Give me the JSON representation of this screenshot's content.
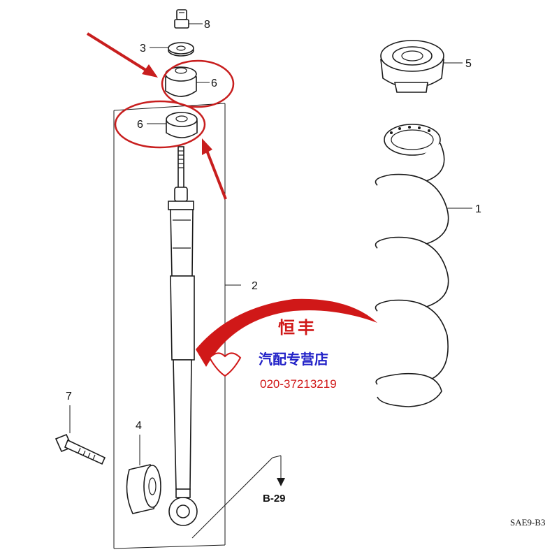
{
  "diagram": {
    "parts": [
      {
        "id": "part-1",
        "label": "1",
        "name": "coil-spring"
      },
      {
        "id": "part-2",
        "label": "2",
        "name": "shock-absorber"
      },
      {
        "id": "part-3",
        "label": "3",
        "name": "washer"
      },
      {
        "id": "part-4",
        "label": "4",
        "name": "lower-bushing"
      },
      {
        "id": "part-5",
        "label": "5",
        "name": "spring-upper-seat"
      },
      {
        "id": "part-6a",
        "label": "6",
        "name": "upper-rubber-bushing"
      },
      {
        "id": "part-6b",
        "label": "6",
        "name": "lower-rubber-bushing"
      },
      {
        "id": "part-7",
        "label": "7",
        "name": "bolt"
      },
      {
        "id": "part-8",
        "label": "8",
        "name": "nut"
      }
    ],
    "reference": "B-29",
    "drawing_code": "SAE9-B3",
    "highlight_color": "#c81e1e"
  },
  "watermark": {
    "shop_name": "恒丰",
    "subtitle": "汽配专营店",
    "phone": "020-37213219",
    "title_color": "#d01818",
    "subtitle_color": "#2222c8"
  }
}
